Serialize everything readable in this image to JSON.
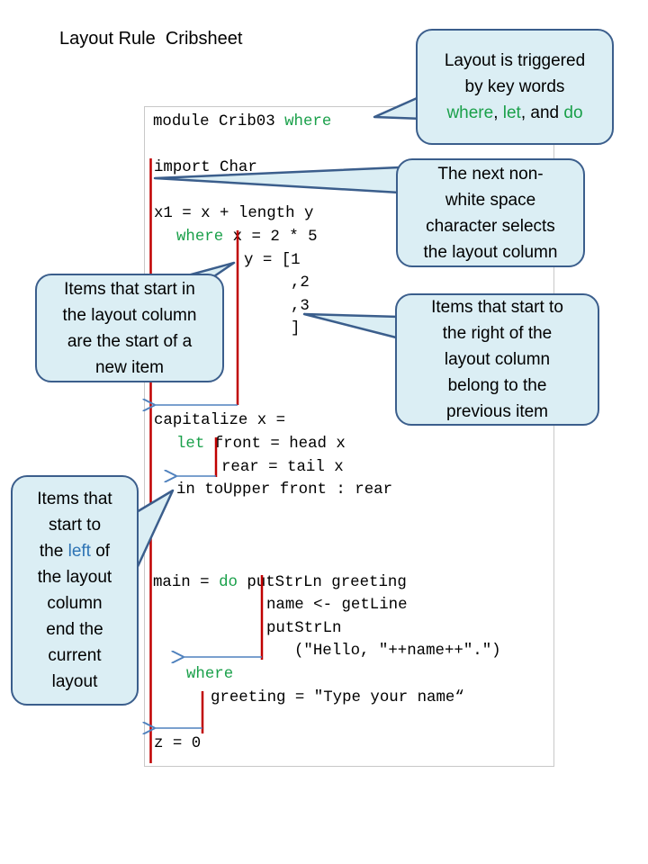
{
  "title": "Layout Rule  Cribsheet",
  "code": {
    "l1_a": "module Crib03 ",
    "l1_kw": "where",
    "l2": "import Char",
    "l3": "x1 = x + length y",
    "l4_kw": "where",
    "l4_b": " x = 2 * 5",
    "l5": "y = [1",
    "l6": ",2",
    "l7": ",3",
    "l8": "]",
    "l9": "capitalize x =",
    "l10_kw": "let",
    "l10_b": " front = head x",
    "l11": "rear = tail x",
    "l12": "in toUpper front : rear",
    "l13_a": "main = ",
    "l13_kw": "do",
    "l13_b": " putStrLn greeting",
    "l14": "name <- getLine",
    "l15": "putStrLn",
    "l16": "(\"Hello, \"++name++\".\")",
    "l17_kw": "where",
    "l18": "greeting = \"Type your name“",
    "l19": "z = 0"
  },
  "callouts": {
    "triggered": {
      "line1": "Layout is triggered",
      "line2": "by key words",
      "w1": "where",
      "sep1": ", ",
      "w2": "let",
      "sep2": ", and ",
      "w3": "do"
    },
    "next": {
      "line1": "The next non-",
      "line2": "white space",
      "line3": "character selects",
      "line4": "the layout column"
    },
    "start_in": {
      "line1": "Items that start in",
      "line2": "the layout column",
      "line3": "are the start of a",
      "line4": "new item"
    },
    "right": {
      "line1": "Items that start to",
      "line2": "the right of the",
      "line3": "layout column",
      "line4": "belong to the",
      "line5": "previous item"
    },
    "left": {
      "line1": "Items that",
      "line2": "start  to",
      "line3_a": "the ",
      "line3_b": "left",
      "line3_c": " of",
      "line4": "the layout",
      "line5": "column",
      "line6": "end the",
      "line7": "current",
      "line8": "layout"
    }
  },
  "colors": {
    "keyword": "#1aa04a",
    "left_word": "#2e74b5",
    "column_line": "#c00000",
    "arrow": "#4f81bd",
    "callout_fill": "#dbeef4",
    "callout_border": "#3b5e8c"
  }
}
